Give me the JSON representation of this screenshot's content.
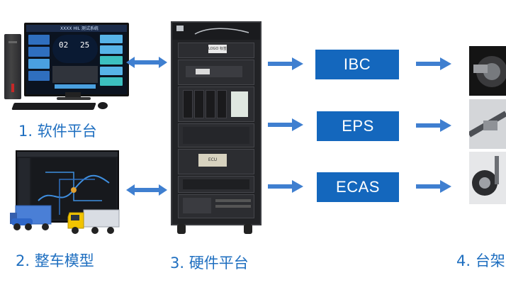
{
  "captions": {
    "software_platform": "1. 软件平台",
    "vehicle_model": "2. 整车模型",
    "hardware_platform": "3. 硬件平台",
    "test_bench": "4. 台架"
  },
  "ecus": [
    "IBC",
    "EPS",
    "ECAS"
  ],
  "monitor_screen": {
    "header": "XXXX HIL 测试系统",
    "gauge_left": "02",
    "gauge_right": "25"
  },
  "rack_labels": {
    "display": "LOGO 标签",
    "module": "ECU"
  },
  "colors": {
    "accent_blue": "#1467bd",
    "arrow_blue": "#3f7fd0",
    "caption_blue": "#1f6fc0"
  }
}
